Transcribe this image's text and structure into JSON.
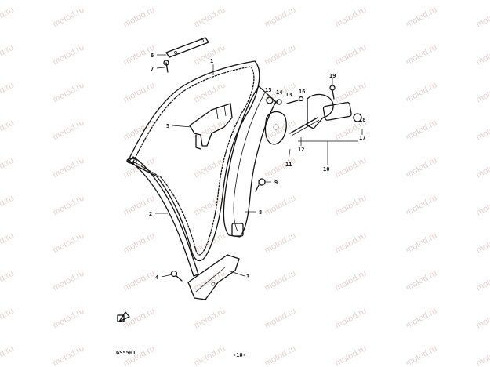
{
  "diagram": {
    "code": "GS550T",
    "page_number": "-10-",
    "watermark": "motod.ru",
    "callouts": [
      {
        "id": "c1",
        "label": "1"
      },
      {
        "id": "c2",
        "label": "2"
      },
      {
        "id": "c3",
        "label": "3"
      },
      {
        "id": "c4",
        "label": "4"
      },
      {
        "id": "c5",
        "label": "5"
      },
      {
        "id": "c6",
        "label": "6"
      },
      {
        "id": "c7",
        "label": "7"
      },
      {
        "id": "c8",
        "label": "8"
      },
      {
        "id": "c9",
        "label": "9"
      },
      {
        "id": "c10",
        "label": "10"
      },
      {
        "id": "c11",
        "label": "11"
      },
      {
        "id": "c12",
        "label": "12"
      },
      {
        "id": "c13",
        "label": "13"
      },
      {
        "id": "c14",
        "label": "14"
      },
      {
        "id": "c15",
        "label": "15"
      },
      {
        "id": "c16",
        "label": "16"
      },
      {
        "id": "c17",
        "label": "17"
      },
      {
        "id": "c18",
        "label": "18"
      },
      {
        "id": "c19",
        "label": "19"
      }
    ]
  }
}
